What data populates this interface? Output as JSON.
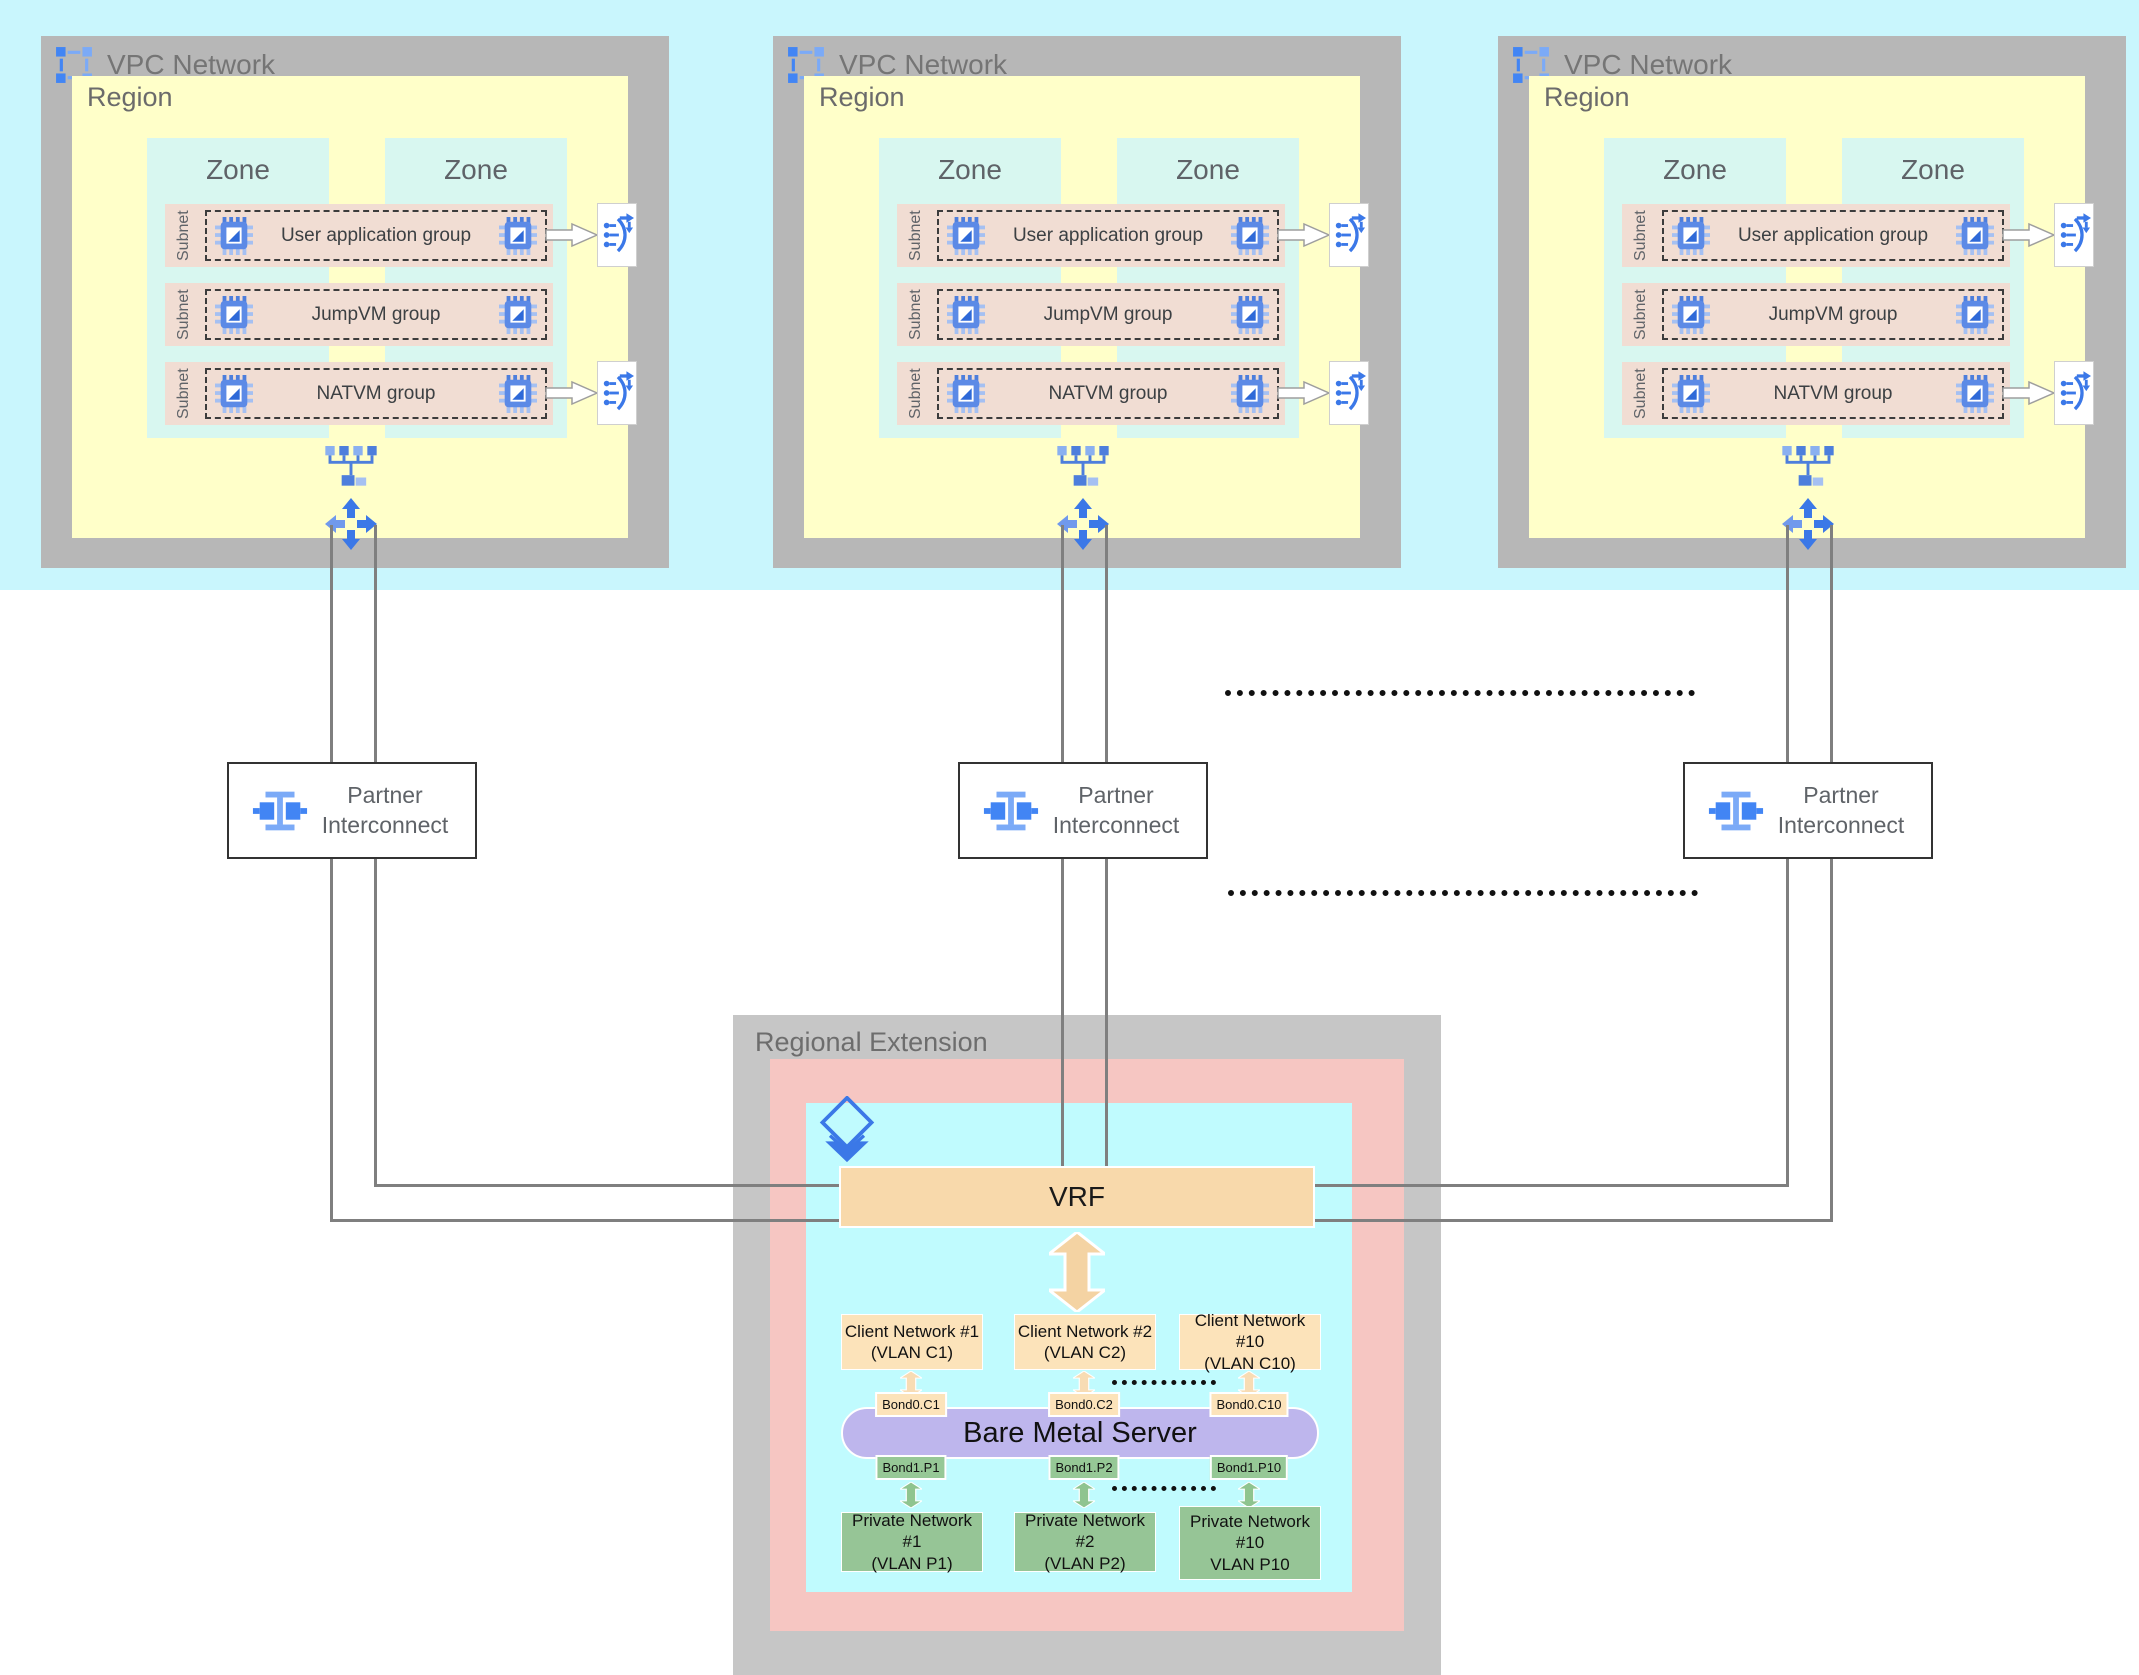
{
  "palette": {
    "band_cyan": "#c9f6fd",
    "box_gray": "#b7b7b7",
    "region_yellow": "#ffffc9",
    "zone_cyan": "#d8f7f0",
    "subnet_pink": "#f1ddd3",
    "re_gray": "#c6c6c6",
    "re_pink": "#f6c6c2",
    "re_cyan": "#c0fbfe",
    "vrf_wheat": "#f8d9ab",
    "client_wheat": "#fce3ba",
    "bms_purple": "#beb6ed",
    "private_green": "#96c596",
    "bond_green": "#96c896",
    "google_blue": "#4285f4",
    "light_blue": "#7baaf7",
    "line_gray": "#7f7f7f"
  },
  "vpc": {
    "title": "VPC Network",
    "region_label": "Region",
    "zone_label": "Zone",
    "subnet_label": "Subnet",
    "subnets": [
      {
        "label": "User application group"
      },
      {
        "label": "JumpVM group"
      },
      {
        "label": "NATVM group"
      }
    ]
  },
  "interconnect": {
    "label": "Partner\nInterconnect"
  },
  "regional_extension": {
    "title": "Regional Extension",
    "vrf_label": "VRF",
    "bare_metal_label": "Bare Metal Server",
    "client_networks": [
      "Client Network #1\n(VLAN C1)",
      "Client Network #2\n(VLAN C2)",
      "Client Network #10\n(VLAN C10)"
    ],
    "client_bonds": [
      "Bond0.C1",
      "Bond0.C2",
      "Bond0.C10"
    ],
    "private_bonds": [
      "Bond1.P1",
      "Bond1.P2",
      "Bond1.P10"
    ],
    "private_networks": [
      "Private Network #1\n(VLAN P1)",
      "Private Network #2\n(VLAN P2)",
      "Private Network\n#10\nVLAN P10"
    ]
  }
}
